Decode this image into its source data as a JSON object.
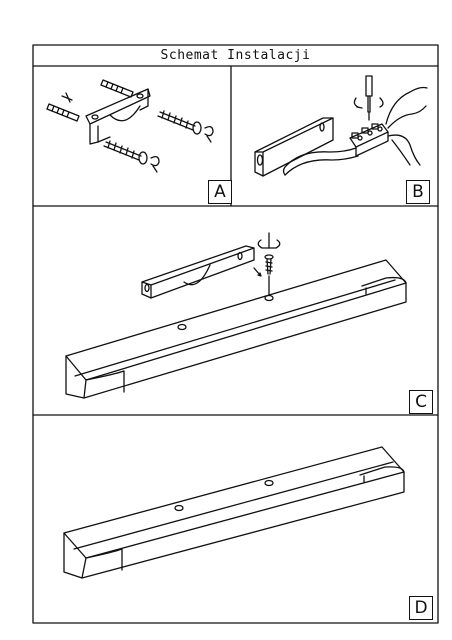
{
  "title": "Schemat Instalacji",
  "panels": [
    {
      "label": "A"
    },
    {
      "label": "B"
    },
    {
      "label": "C"
    },
    {
      "label": "D"
    }
  ],
  "colors": {
    "line": "#111111",
    "background": "#ffffff"
  }
}
